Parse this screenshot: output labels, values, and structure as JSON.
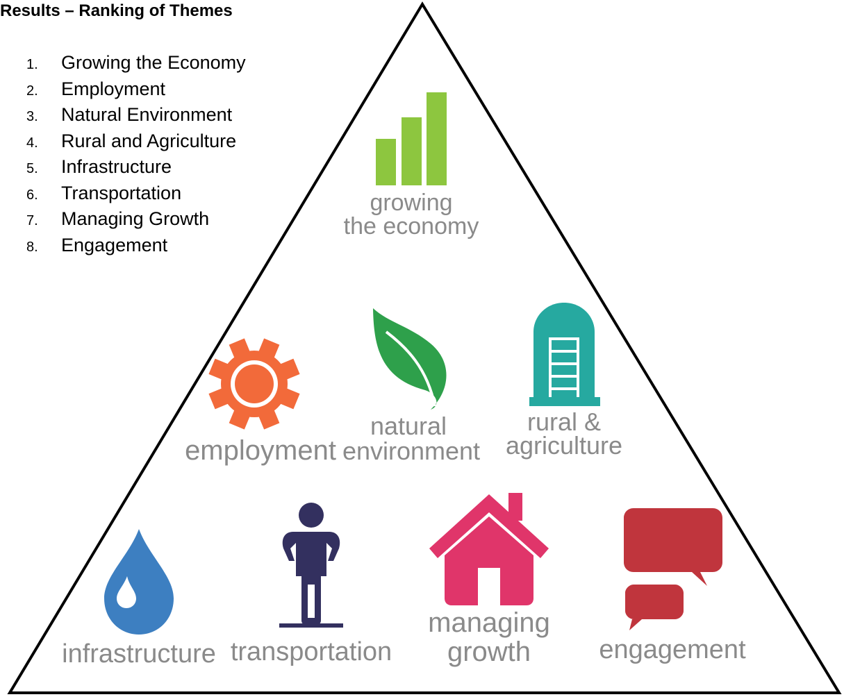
{
  "title": "Results – Ranking of Themes",
  "ranking": [
    {
      "num": "1.",
      "label": "Growing the Economy"
    },
    {
      "num": "2.",
      "label": "Employment"
    },
    {
      "num": "3.",
      "label": "Natural Environment"
    },
    {
      "num": "4.",
      "label": "Rural and Agriculture"
    },
    {
      "num": "5.",
      "label": "Infrastructure"
    },
    {
      "num": "6.",
      "label": "Transportation"
    },
    {
      "num": "7.",
      "label": "Managing Growth"
    },
    {
      "num": "8.",
      "label": "Engagement"
    }
  ],
  "themes": {
    "economy": {
      "line1": "growing",
      "line2": "the economy",
      "color": "#8dc63f"
    },
    "employment": {
      "line1": "employment",
      "color": "#f26a3a"
    },
    "environment": {
      "line1": "natural",
      "line2": "environment",
      "color": "#2ea04b"
    },
    "rural": {
      "line1": "rural &",
      "line2": "agriculture",
      "color": "#26a9a0"
    },
    "infrastructure": {
      "line1": "infrastructure",
      "color": "#3d7fc1"
    },
    "transportation": {
      "line1": "transportation",
      "color": "#33305f"
    },
    "growth": {
      "line1": "managing",
      "line2": "growth",
      "color": "#e0356a"
    },
    "engagement": {
      "line1": "engagement",
      "color": "#c0353d"
    }
  }
}
